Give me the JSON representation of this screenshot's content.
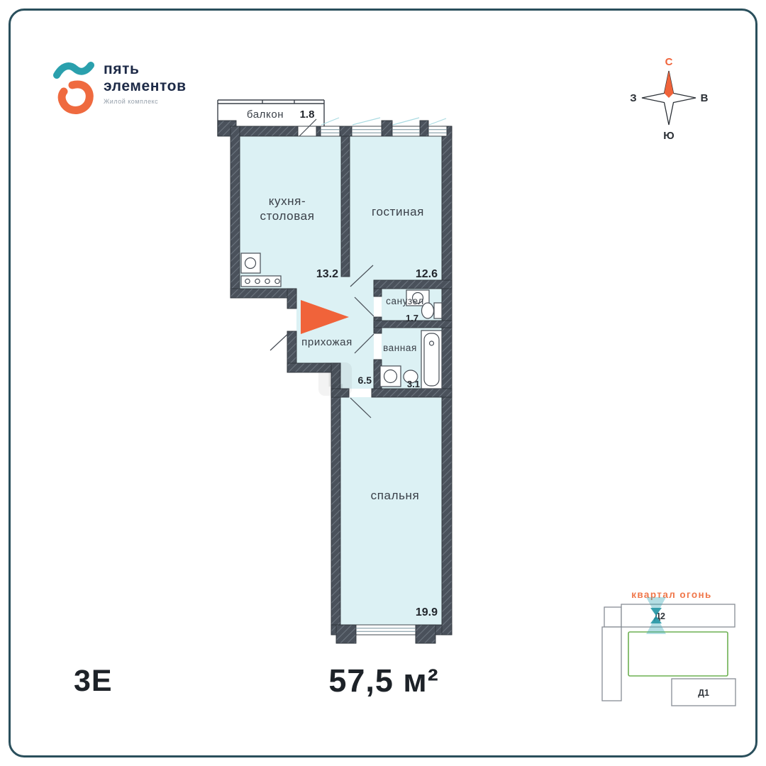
{
  "logo": {
    "line1": "пять",
    "line2": "элементов",
    "subtitle": "Жилой комплекс"
  },
  "compass": {
    "n": "С",
    "e": "В",
    "s": "Ю",
    "w": "З"
  },
  "rooms": {
    "balcony": {
      "name": "балкон",
      "area": "1.8"
    },
    "kitchen": {
      "name1": "кухня-",
      "name2": "столовая",
      "area": "13.2"
    },
    "living": {
      "name": "гостиная",
      "area": "12.6"
    },
    "wc": {
      "name": "санузел",
      "area": "1.7"
    },
    "hall": {
      "name": "прихожая",
      "area": "6.5"
    },
    "bath": {
      "name": "ванная",
      "area": "3.1"
    },
    "bedroom": {
      "name": "спальня",
      "area": "19.9"
    }
  },
  "footer": {
    "type_label": "3Е",
    "total_area": "57,5 м²"
  },
  "minimap": {
    "title": "квартал огонь",
    "d2": "Д2",
    "d1": "Д1"
  },
  "watermark": {
    "glyph": "Ц"
  },
  "colors": {
    "accent_orange": "#f0633a",
    "brand_teal": "#2aa0ad",
    "room_fill": "#dcf1f4",
    "wall_dark": "#4a515b",
    "frame": "#2a4f5c",
    "site_green": "#6db052"
  }
}
